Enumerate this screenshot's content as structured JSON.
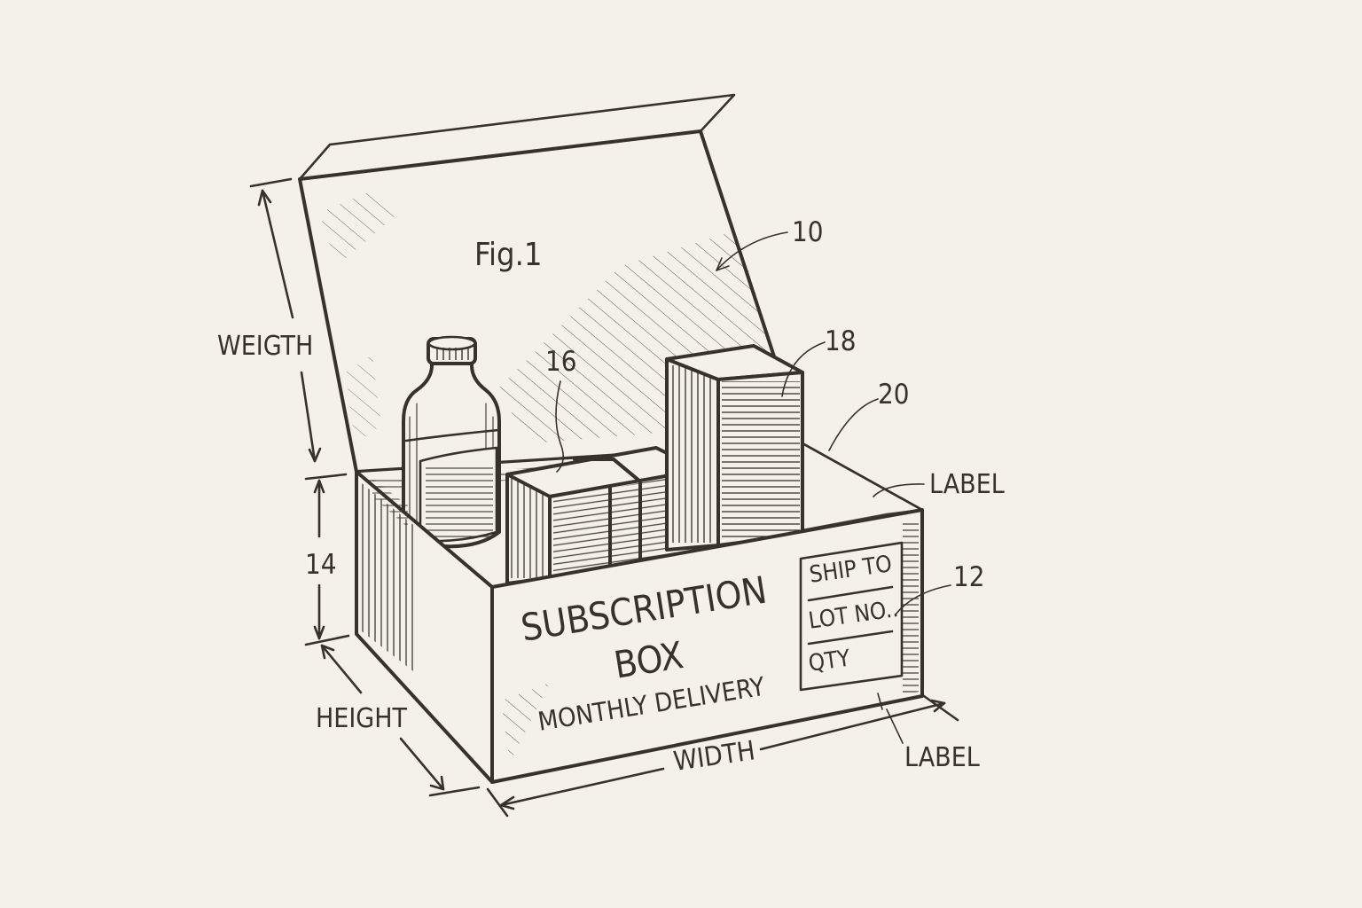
{
  "figure": {
    "title": "Fig.1",
    "background_color": "#f4f1ea",
    "line_color": "#37332a"
  },
  "box_print": {
    "line1": "SUBSCRIPTION",
    "line2": "BOX",
    "line3": "MONTHLY DELIVERY"
  },
  "shipping_label": {
    "rows": [
      "SHIP TO",
      "LOT NO..",
      "QTY"
    ]
  },
  "reference_numerals": {
    "lid": "10",
    "shipping_label": "12",
    "front_height": "14",
    "product_pack": "16",
    "tall_carton": "18",
    "side_wall": "20"
  },
  "callouts": {
    "label_top": "LABEL",
    "label_bottom": "LABEL"
  },
  "dimensions": {
    "lid": "WEIGTH",
    "height": "HEIGHT",
    "width": "WIDTH"
  }
}
